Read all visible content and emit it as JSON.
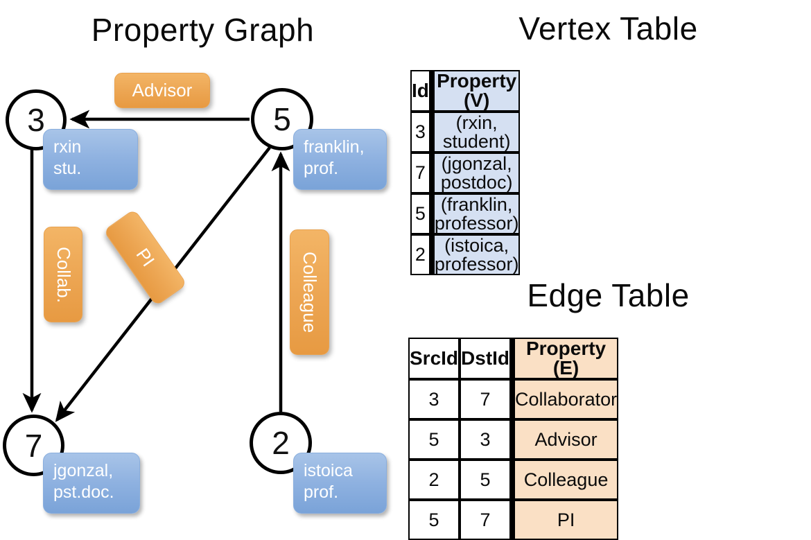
{
  "titles": {
    "property_graph": "Property Graph",
    "vertex_table": "Vertex Table",
    "edge_table": "Edge Table"
  },
  "graph": {
    "nodes": [
      {
        "id": "3",
        "label_lines": [
          "rxin",
          "stu."
        ]
      },
      {
        "id": "5",
        "label_lines": [
          "franklin,",
          "prof."
        ]
      },
      {
        "id": "7",
        "label_lines": [
          "jgonzal,",
          "pst.doc."
        ]
      },
      {
        "id": "2",
        "label_lines": [
          "istoica",
          "prof."
        ]
      }
    ],
    "edge_labels": [
      {
        "name": "advisor",
        "text": "Advisor"
      },
      {
        "name": "collab",
        "text": "Collab."
      },
      {
        "name": "pi",
        "text": "PI"
      },
      {
        "name": "colleague",
        "text": "Colleague"
      }
    ]
  },
  "vertex_table": {
    "headers": [
      "Id",
      "Property (V)"
    ],
    "rows": [
      [
        "3",
        "(rxin, student)"
      ],
      [
        "7",
        "(jgonzal, postdoc)"
      ],
      [
        "5",
        "(franklin, professor)"
      ],
      [
        "2",
        "(istoica, professor)"
      ]
    ]
  },
  "edge_table": {
    "headers": [
      "SrcId",
      "DstId",
      "Property (E)"
    ],
    "rows": [
      [
        "3",
        "7",
        "Collaborator"
      ],
      [
        "5",
        "3",
        "Advisor"
      ],
      [
        "2",
        "5",
        "Colleague"
      ],
      [
        "5",
        "7",
        "PI"
      ]
    ]
  },
  "colors": {
    "vertex_property_fill": "#d5e0f2",
    "edge_property_fill": "#fae0c5",
    "vertex_box_fill": "#8eb1e0",
    "edge_box_fill": "#eca552",
    "stroke": "#000000",
    "background": "#ffffff"
  }
}
